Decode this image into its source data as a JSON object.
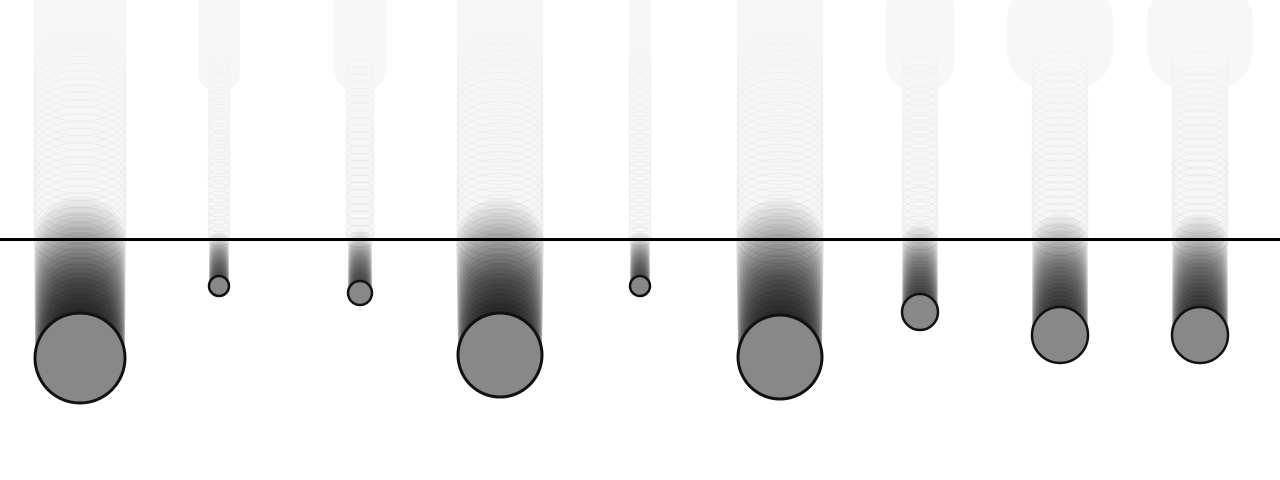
{
  "scene": {
    "background": "#ffffff",
    "divider_color": "#000000",
    "ball_fill": "#888888",
    "ball_stroke": "#111111",
    "trail_color_above": "#f0f0f0",
    "trail_color_below": "#000000"
  },
  "balls": [
    {
      "id": "ball-1"
    },
    {
      "id": "ball-2"
    },
    {
      "id": "ball-3"
    },
    {
      "id": "ball-4"
    },
    {
      "id": "ball-5"
    },
    {
      "id": "ball-6"
    },
    {
      "id": "ball-7"
    },
    {
      "id": "ball-8"
    },
    {
      "id": "ball-9"
    }
  ]
}
